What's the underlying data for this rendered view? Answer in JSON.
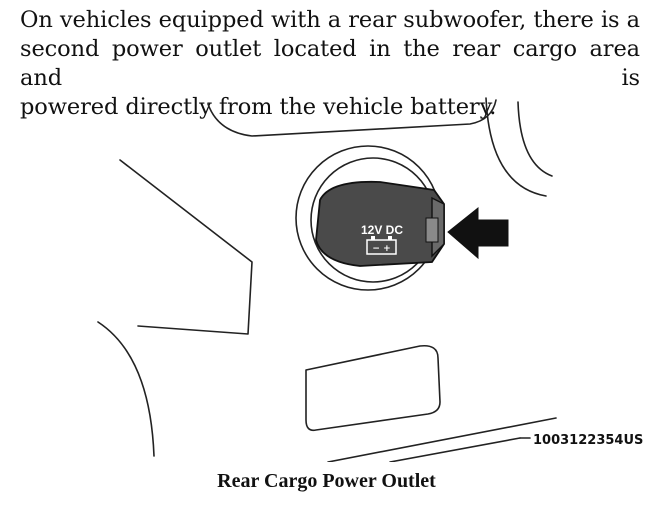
{
  "paragraph": {
    "lines": [
      "On vehicles equipped with a rear subwoofer, there is a",
      "second power outlet located in the rear cargo area and is",
      "powered directly from the vehicle battery."
    ]
  },
  "figure": {
    "cap_label": "12V DC",
    "battery_symbol": "− +",
    "figure_id": "1003122354US",
    "icons": [
      "battery-icon",
      "arrow-left-icon"
    ]
  },
  "caption": "Rear Cargo Power Outlet"
}
